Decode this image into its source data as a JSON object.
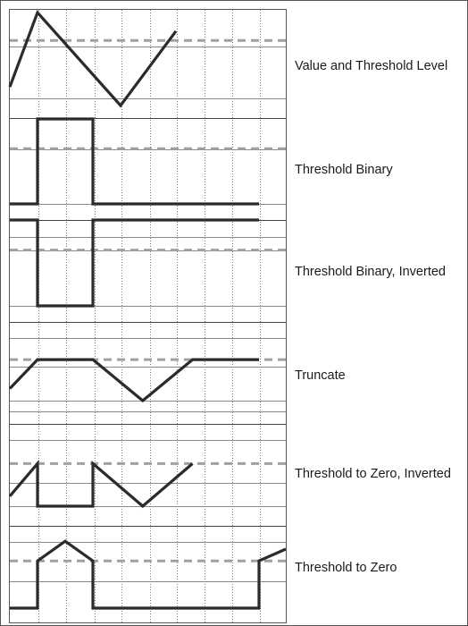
{
  "panels": [
    {
      "id": "value-threshold",
      "label": "Value and Threshold Level",
      "signal": [
        [
          0,
          0.2
        ],
        [
          1,
          1
        ],
        [
          4,
          0
        ],
        [
          6,
          0.8
        ]
      ],
      "threshold": 0.7
    },
    {
      "id": "binary",
      "label": "Threshold Binary",
      "signal": [
        [
          0,
          0
        ],
        [
          1,
          0
        ],
        [
          1,
          1
        ],
        [
          3,
          1
        ],
        [
          3,
          0
        ],
        [
          9,
          0
        ]
      ],
      "threshold": 0.65
    },
    {
      "id": "binary-inv",
      "label": "Threshold Binary, Inverted",
      "signal": [
        [
          0,
          1
        ],
        [
          1,
          1
        ],
        [
          1,
          0
        ],
        [
          3,
          0
        ],
        [
          3,
          1
        ],
        [
          9,
          1
        ]
      ],
      "threshold": 0.65
    },
    {
      "id": "truncate",
      "label": "Truncate",
      "signal": [
        [
          0,
          0.25
        ],
        [
          1,
          0.85
        ],
        [
          3,
          0.85
        ],
        [
          4.8,
          0
        ],
        [
          6.6,
          0.85
        ],
        [
          9,
          0.85
        ]
      ],
      "threshold": 0.85
    },
    {
      "id": "tozero-inv",
      "label": "Threshold to Zero, Inverted",
      "signal": [
        [
          0,
          0.2
        ],
        [
          1,
          0.85
        ],
        [
          1,
          0
        ],
        [
          3,
          0
        ],
        [
          3,
          0.85
        ],
        [
          4.8,
          0
        ],
        [
          6.6,
          0.85
        ]
      ],
      "threshold": 0.85
    },
    {
      "id": "tozero",
      "label": "Threshold to Zero",
      "signal": [
        [
          0,
          0
        ],
        [
          1,
          0
        ],
        [
          1,
          0.6
        ],
        [
          2,
          0.85
        ],
        [
          3,
          0.6
        ],
        [
          3,
          0
        ],
        [
          9,
          0
        ],
        [
          9,
          0.6
        ],
        [
          10,
          0.75
        ]
      ],
      "threshold": 0.6
    }
  ]
}
